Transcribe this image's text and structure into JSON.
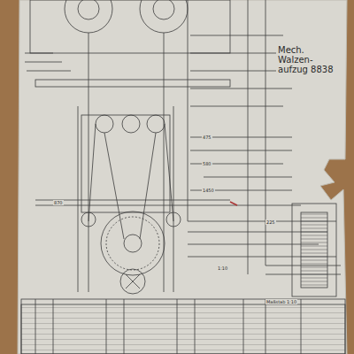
{
  "diagram": {
    "title": "Mech. Walzen- aufzug 8838",
    "labels": [
      "Maßstab 1:10",
      "1:10",
      "475",
      "580",
      "1450",
      "870",
      "225"
    ]
  }
}
